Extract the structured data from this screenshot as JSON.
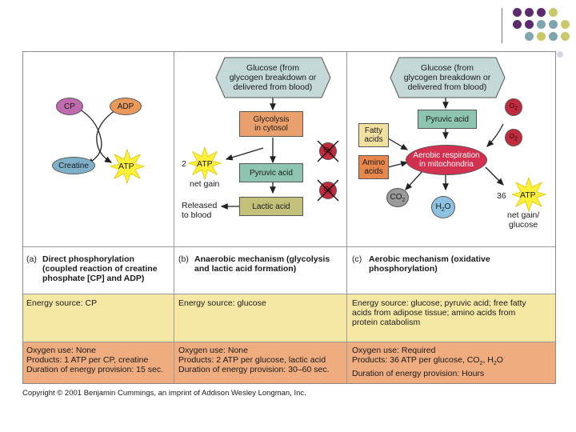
{
  "colors": {
    "plum": "#5c2a6f",
    "teal": "#7ea6ac",
    "olive": "#c7c96a",
    "yellow_band": "#f6e7a5",
    "orange_band": "#eeac7f",
    "cp": "#c06ab0",
    "adp": "#e99a5a",
    "creatine": "#7fb0c9",
    "atp": "#fff13a",
    "glucose": "#c4d8d8",
    "glycolysis": "#e9a06c",
    "pyruvic": "#8ec5b0",
    "lactic": "#c3c07a",
    "mito": "#d32f4f",
    "fatty": "#f2e0a0",
    "amino": "#e8864c",
    "o2_red": "#c22a3d",
    "co2": "#9a9a9a",
    "h2o": "#8fc2e0"
  },
  "panel_a": {
    "cp": "CP",
    "adp": "ADP",
    "creatine": "Creatine",
    "atp": "ATP",
    "caption_letter": "(a)",
    "caption": [
      "Direct phosphorylation",
      "(coupled reaction of creatine",
      "phosphate [CP] and ADP)"
    ],
    "energy_source": "Energy source: CP",
    "oxygen": "Oxygen use: None",
    "products": "Products: 1 ATP per CP, creatine",
    "duration": "Duration of energy provision: 15 sec."
  },
  "panel_b": {
    "glucose": [
      "Glucose (from",
      "glycogen breakdown or",
      "delivered from blood)"
    ],
    "glycolysis": [
      "Glycolysis",
      "in cytosol"
    ],
    "pyruvic": "Pyruvic acid",
    "lactic": "Lactic acid",
    "atp_num": "2",
    "atp": "ATP",
    "net_gain": "net gain",
    "released": [
      "Released",
      "to blood"
    ],
    "o2": "O2",
    "caption_letter": "(b)",
    "caption": [
      "Anaerobic mechanism (glycolysis",
      "and lactic acid formation)"
    ],
    "energy_source": "Energy source: glucose",
    "oxygen": "Oxygen use: None",
    "products": "Products: 2 ATP per glucose, lactic acid",
    "duration": "Duration of energy provision: 30–60 sec."
  },
  "panel_c": {
    "glucose": [
      "Glucose (from",
      "glycogen breakdown or",
      "delivered from blood)"
    ],
    "pyruvic": "Pyruvic acid",
    "fatty": [
      "Fatty",
      "acids"
    ],
    "amino": [
      "Amino",
      "acids"
    ],
    "mito": [
      "Aerobic respiration",
      "in mitochondria"
    ],
    "co2": "CO2",
    "h2o": "H2O",
    "o2": "O2",
    "atp_num": "36",
    "atp": "ATP",
    "net_gain": [
      "net gain/",
      "glucose"
    ],
    "caption_letter": "(c)",
    "caption": [
      "Aerobic mechanism (oxidative",
      "phosphorylation)"
    ],
    "energy_source": [
      "Energy source: glucose; pyruvic acid; free fatty",
      "acids from adipose tissue; amino acids from",
      "protein catabolism"
    ],
    "oxygen": "Oxygen use: Required",
    "products": "Products: 36 ATP per glucose, CO2, H2O",
    "duration": "Duration of energy provision: Hours"
  },
  "copyright": "Copyright © 2001 Benjamin Cummings, an imprint of Addison Wesley Longman, Inc."
}
